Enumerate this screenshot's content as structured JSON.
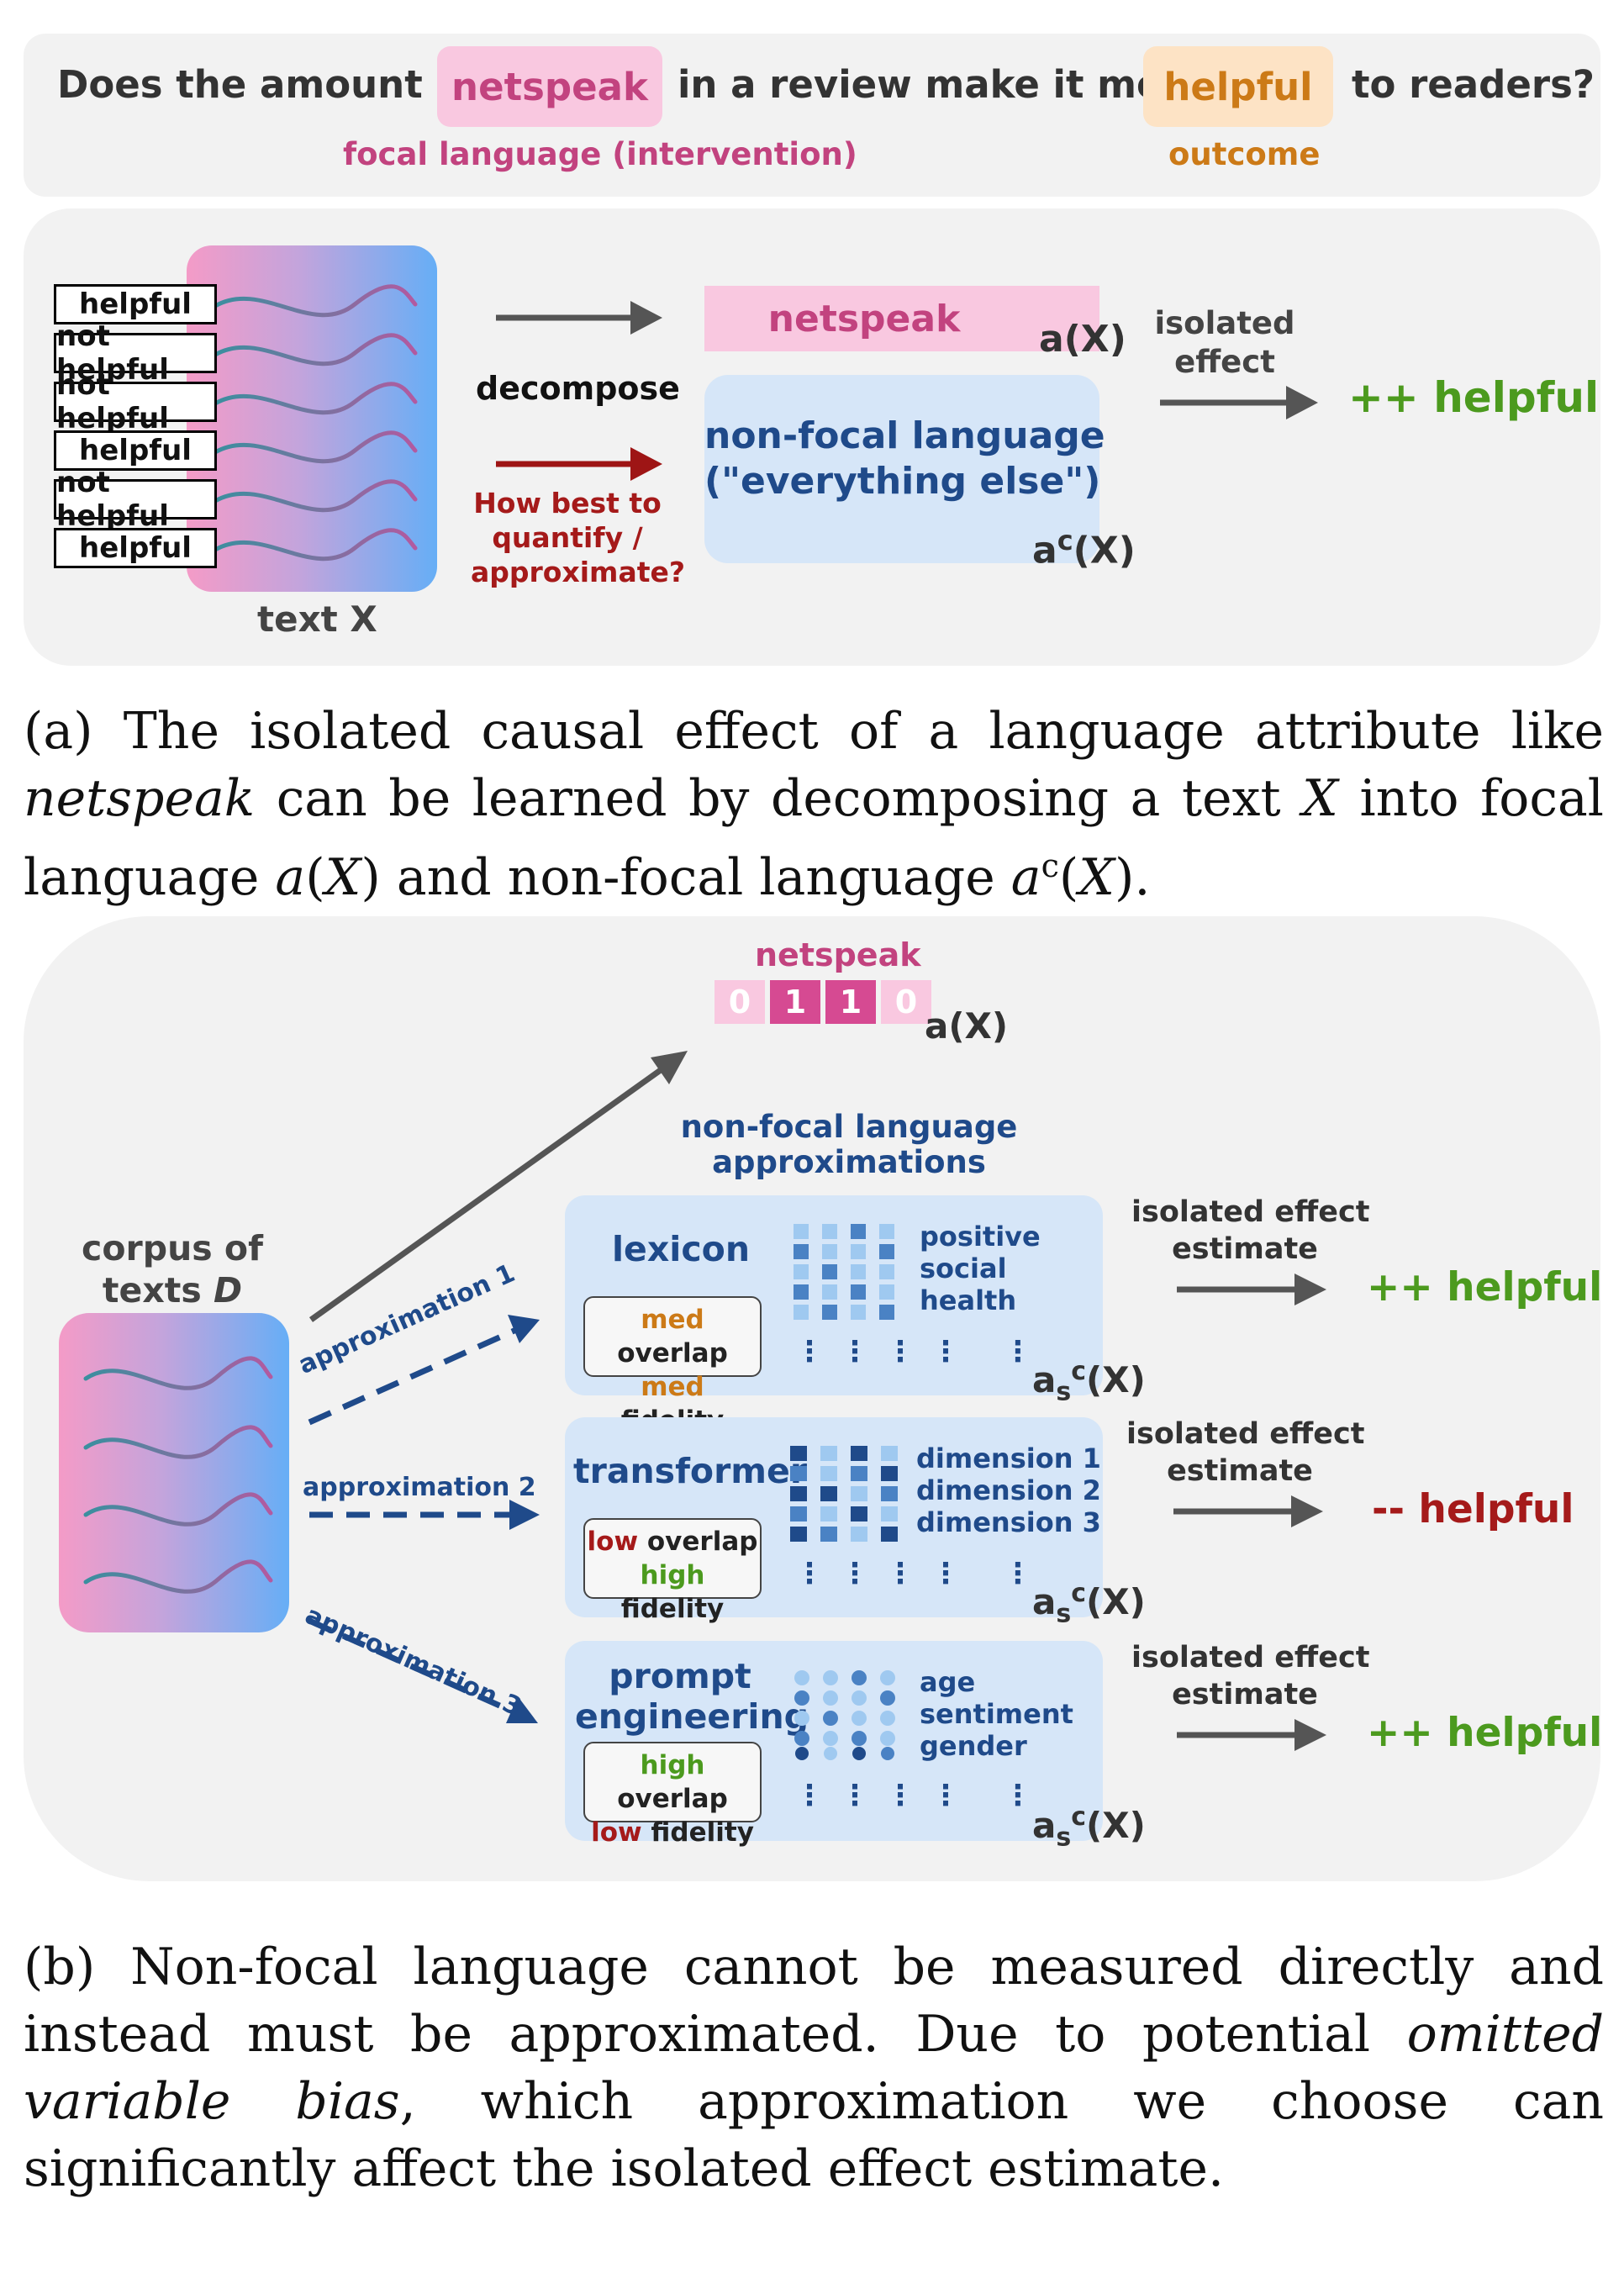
{
  "colors": {
    "pink": "#c2437f",
    "pink_light": "#f9c8e0",
    "orange": "#cc7a17",
    "orange_light": "#fde3c5",
    "blue_dark": "#1f4a8a",
    "blue_light": "#d6e6f8",
    "green": "#4c9a1e",
    "red": "#a51a1a",
    "gray": "#555555",
    "panel": "#f2f2f2"
  },
  "panel_a": {
    "question_part1": "Does the amount of",
    "focal_term": "netspeak",
    "question_part2": "in a review make it more",
    "outcome_term": "helpful",
    "question_part3": "to readers?",
    "focal_label": "focal language (intervention)",
    "outcome_label": "outcome",
    "labels": [
      "helpful",
      "not helpful",
      "not helpful",
      "helpful",
      "not helpful",
      "helpful"
    ],
    "text_label": "text X",
    "decompose": "decompose",
    "question_red": [
      "How best to",
      "quantify /",
      "approximate?"
    ],
    "focal_box": "netspeak",
    "a_label": "a(X)",
    "nonfocal_line1": "non-focal language",
    "nonfocal_line2": "(\"everything else\")",
    "ac_base": "a",
    "ac_sup": "c",
    "ac_tail": "(X)",
    "isolated_line1": "isolated",
    "isolated_line2": "effect",
    "result": "++ helpful"
  },
  "caption_a": {
    "p1": "(a) The isolated causal effect of a language attribute like ",
    "em1": "netspeak",
    "p2": " can be learned by decomposing a text ",
    "m1": "X",
    "p3": " into focal language ",
    "m2": "a",
    "m2b": "(",
    "m2c": "X",
    "m2d": ")",
    "p4": " and non-focal language ",
    "m3": "a",
    "m3sup": "c",
    "m3b": "(",
    "m3c": "X",
    "m3d": ")."
  },
  "panel_b": {
    "netspeak_title": "netspeak",
    "bits": [
      "0",
      "1",
      "1",
      "0"
    ],
    "a_label": "a(X)",
    "nonfocal_title_1": "non-focal language",
    "nonfocal_title_2": "approximations",
    "corpus_line1": "corpus of",
    "corpus_line2": "texts ",
    "corpus_var": "D",
    "approx_labels": [
      "approximation 1",
      "approximation 2",
      "approximation 3"
    ],
    "iso_line1": "isolated effect",
    "iso_line2": "estimate",
    "ase_base": "a",
    "ase_sub": "s",
    "ase_sup": "c",
    "ase_tail": "(X)",
    "boxes": [
      {
        "title": [
          "lexicon"
        ],
        "ov1_level": "med",
        "ov1_word": " overlap",
        "ov2_level": "med",
        "ov2_word": " fidelity",
        "dims": [
          "positive",
          "social",
          "health"
        ],
        "result": "++ helpful"
      },
      {
        "title": [
          "transformer"
        ],
        "ov1_level": "low",
        "ov1_word": " overlap",
        "ov2_level": "high",
        "ov2_word": " fidelity",
        "dims": [
          "dimension 1",
          "dimension 2",
          "dimension 3"
        ],
        "result": "-- helpful"
      },
      {
        "title": [
          "prompt",
          "engineering"
        ],
        "ov1_level": "high",
        "ov1_word": " overlap",
        "ov2_level": "low",
        "ov2_word": " fidelity",
        "dims": [
          "age",
          "sentiment",
          "gender"
        ],
        "result": "++ helpful"
      }
    ]
  },
  "caption_b": {
    "p1": "(b) Non-focal language cannot be measured directly and instead must be approximated.  Due to potential ",
    "em1": "omitted variable bias",
    "p2": ", which approximation we choose can significantly affect the isolated effect estimate."
  }
}
